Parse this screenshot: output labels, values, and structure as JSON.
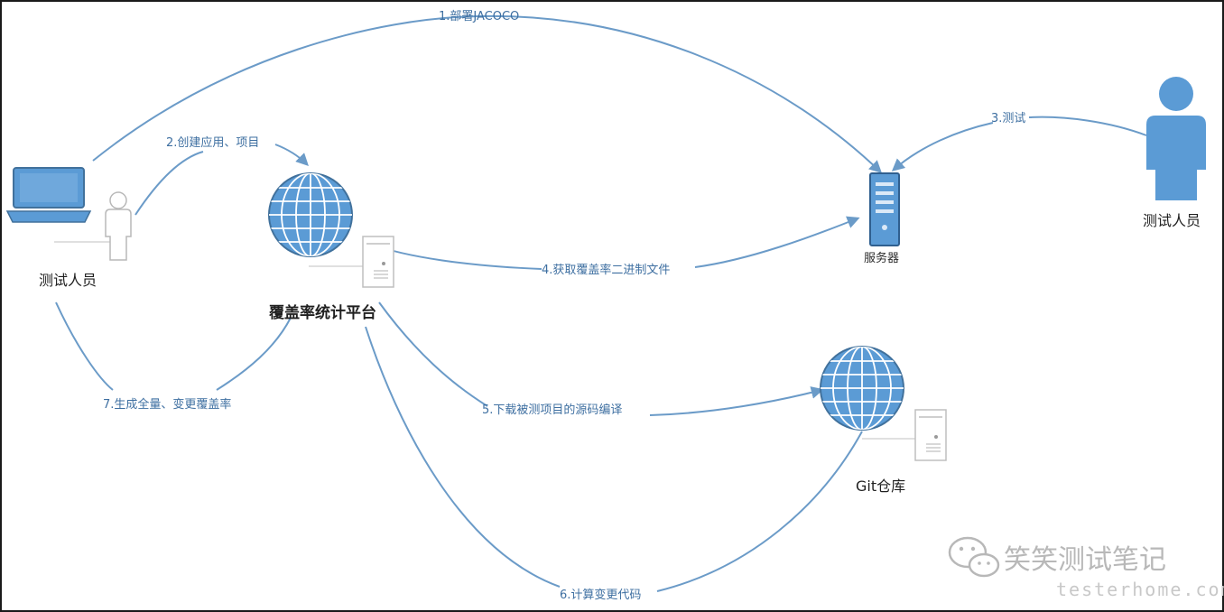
{
  "nodes": {
    "tester_left": {
      "label": "测试人员"
    },
    "platform": {
      "label": "覆盖率统计平台"
    },
    "server": {
      "label": "服务器"
    },
    "tester_right": {
      "label": "测试人员"
    },
    "git": {
      "label": "Git仓库"
    }
  },
  "edges": [
    {
      "id": "e1",
      "label": "1.部署JACOCO"
    },
    {
      "id": "e2",
      "label": "2.创建应用、项目"
    },
    {
      "id": "e3",
      "label": "3.测试"
    },
    {
      "id": "e4",
      "label": "4.获取覆盖率二进制文件"
    },
    {
      "id": "e5",
      "label": "5.下载被测项目的源码编译"
    },
    {
      "id": "e6",
      "label": "6.计算变更代码"
    },
    {
      "id": "e7",
      "label": "7.生成全量、变更覆盖率"
    }
  ],
  "watermark": {
    "brand": "笑笑测试笔记",
    "site": "testerhome.com"
  },
  "colors": {
    "accent": "#5b9bd5",
    "edge": "#6b9bc8",
    "label": "#3e6fa1"
  }
}
